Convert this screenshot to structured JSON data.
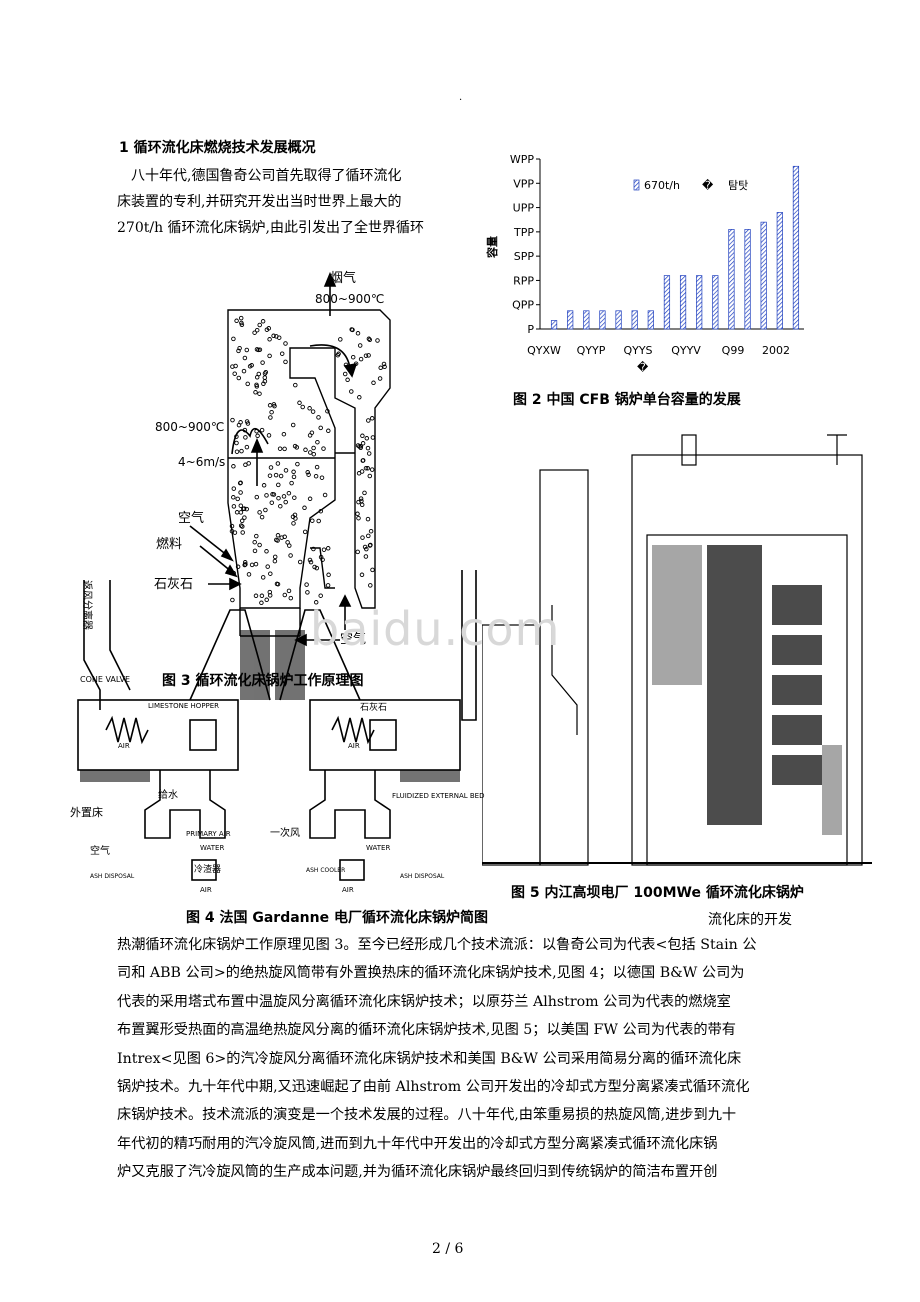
{
  "page": {
    "top_mark": ".",
    "heading": "1  循环流化床燃烧技术发展概况",
    "intro_lines": [
      "　八十年代,德国鲁奇公司首先取得了循环流化",
      "床装置的专利,并研究开发出当时世界上最大的",
      "270t/h 循环流化床锅炉,由此引发出了全世界循环"
    ],
    "paragraph_lines": [
      "热潮循环流化床锅炉工作原理见图 3。至今已经形成几个技术流派：以鲁奇公司为代表<包括 Stain 公",
      "司和 ABB 公司>的绝热旋风筒带有外置换热床的循环流化床锅炉技术,见图 4；以德国 B&W 公司为",
      "代表的采用塔式布置中温旋风分离循环流化床锅炉技术；以原芬兰 Alhstrom 公司为代表的燃烧室",
      "布置翼形受热面的高温绝热旋风分离的循环流化床锅炉技术,见图 5；以美国 FW 公司为代表的带有",
      "Intrex<见图 6>的汽冷旋风分离循环流化床锅炉技术和美国 B&W 公司采用简易分离的循环流化床",
      "锅炉技术。九十年代中期,又迅速崛起了由前 Alhstrom 公司开发出的冷却式方型分离紧凑式循环流化",
      "床锅炉技术。技术流派的演变是一个技术发展的过程。八十年代,由笨重易损的热旋风筒,进步到九十",
      "年代初的精巧耐用的汽冷旋风筒,进而到九十年代中开发出的冷却式方型分离紧凑式循环流化床锅",
      "炉又克服了汽冷旋风筒的生产成本问题,并为循环流化床锅炉最终回归到传统锅炉的简洁布置开创"
    ],
    "continuation": "流化床的开发",
    "footer": "2  / 6",
    "watermark": "baidu.com"
  },
  "figures": {
    "fig2_caption": "图 2  中国 CFB 锅炉单台容量的发展",
    "fig3_caption": "图 3  循环流化床锅炉工作原理图",
    "fig4_caption": "图 4  法国 Gardanne 电厂循环流化床锅炉简图",
    "fig5_caption": "图 5  内江高坝电厂 100MWe 循环流化床锅炉",
    "fig3_labels": {
      "flue_gas": "烟气",
      "flue_temp": "800~900℃",
      "bed_temp": "800~900℃",
      "velocity": "4~6m/s",
      "air_upper": "空气",
      "fuel": "燃料",
      "limestone": "石灰石",
      "air_bottom": "空气"
    },
    "fig4_labels": {
      "left_top": "返风分离器",
      "cone_valve": "CONE VALVE",
      "limestone_hopper": "LIMESTONE HOPPER",
      "limestone_cn": "石灰石",
      "air_left": "AIR",
      "air_right": "AIR",
      "feedwater": "给水",
      "fluidized_bed": "FLUIDIZED EXTERNAL BED",
      "external_bed_cn": "外置床",
      "primary_air": "PRIMARY AIR",
      "primary_air_cn": "一次风",
      "air_cn": "空气",
      "water_left": "WATER",
      "water_right": "WATER",
      "cooler_cn": "冷渣器",
      "ash_disposal_left": "ASH DISPOSAL",
      "ash_cooler": "ASH COOLER",
      "ash_disposal_right": "ASH DISPOSAL",
      "air_bottom_left": "AIR",
      "air_bottom_right": "AIR"
    }
  },
  "chart_data": {
    "type": "bar",
    "title": "",
    "ylabel": "容量",
    "y_tick_labels": [
      "P",
      "QPP",
      "RPP",
      "SPP",
      "TPP",
      "UPP",
      "VPP",
      "WPP"
    ],
    "ylim": [
      0,
      700
    ],
    "x_tick_labels": [
      "QYXW",
      "QYYP",
      "QYYS",
      "QYYV",
      "Q99",
      "2002"
    ],
    "x_axis_extra": "�",
    "legend": [
      "670t/h",
      "�",
      "탐탓"
    ],
    "legend_placement": "top-left",
    "values": [
      35,
      75,
      75,
      75,
      75,
      75,
      75,
      220,
      220,
      220,
      220,
      410,
      410,
      440,
      480,
      670
    ],
    "grid": false
  },
  "colors": {
    "text": "#000000",
    "bar_fill": "#ffffff",
    "bar_hatch": "#1f3fbf",
    "watermark": "#d8d8d8"
  }
}
